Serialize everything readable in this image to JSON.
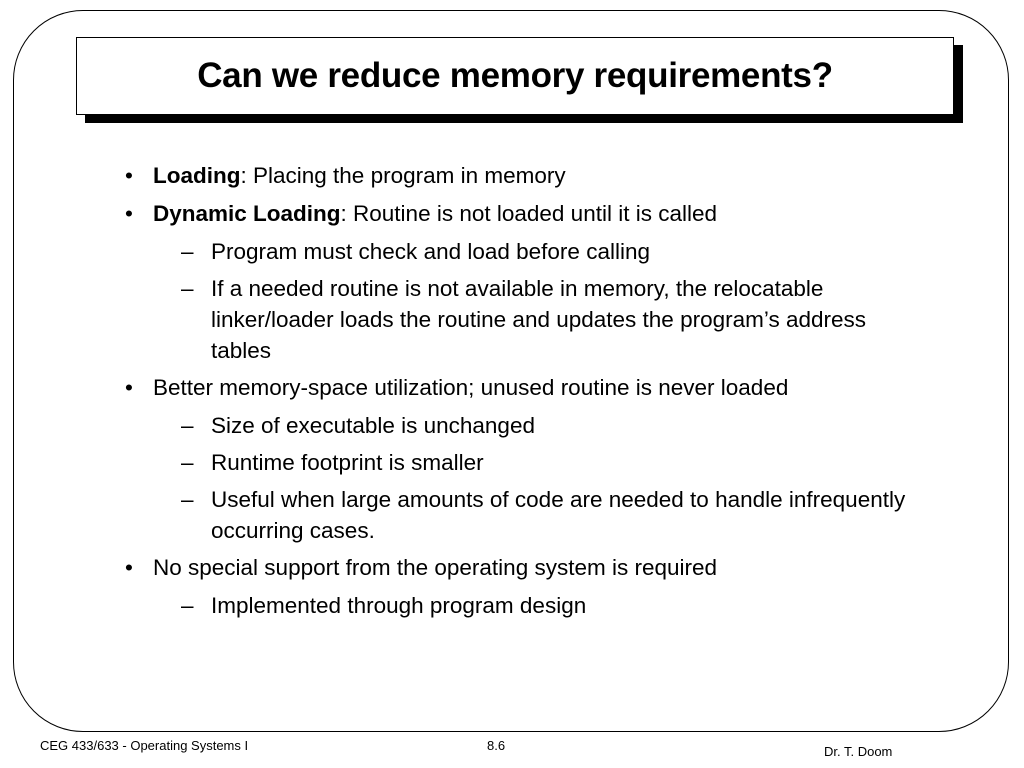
{
  "title": "Can we reduce memory requirements?",
  "bullets": [
    {
      "term": "Loading",
      "text": ":  Placing the program in memory",
      "subs": []
    },
    {
      "term": "Dynamic Loading",
      "text": ": Routine is not loaded until it is called",
      "subs": [
        "Program must check and load before calling",
        "If a needed routine is not available in memory, the relocatable linker/loader loads the routine and updates the program’s address tables"
      ]
    },
    {
      "term": "",
      "text": "Better memory-space utilization; unused routine is never loaded",
      "subs": [
        "Size of executable is unchanged",
        "Runtime footprint is smaller",
        "Useful when large amounts of code are needed to handle infrequently occurring cases."
      ]
    },
    {
      "term": "",
      "text": "No special support from the operating system is required",
      "subs": [
        "Implemented through program design"
      ]
    }
  ],
  "bullet_glyph": "•",
  "dash_glyph": "–",
  "footer": {
    "left": "CEG 433/633 - Operating Systems I",
    "center": "8.6",
    "right": "Dr. T. Doom"
  }
}
